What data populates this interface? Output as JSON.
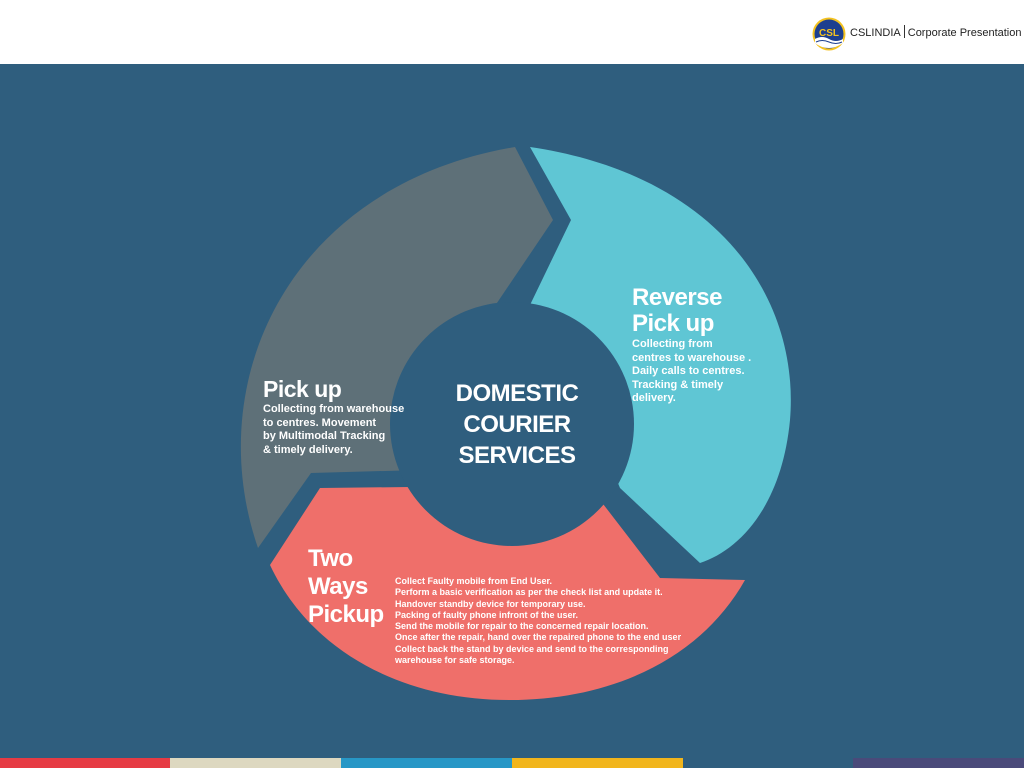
{
  "header": {
    "brand_name": "CSLINDIA",
    "brand_subtitle": "Corporate Presentation",
    "logo_text": "CSL"
  },
  "diagram": {
    "center_title": "DOMESTIC\nCOURIER\nSERVICES",
    "segments": [
      {
        "title": "Pick up",
        "description": "Collecting from warehouse\nto centres. Movement\nby Multimodal Tracking\n& timely delivery.",
        "color": "#5e7078"
      },
      {
        "title": "Reverse\nPick up",
        "description": "Collecting from\ncentres to warehouse .\nDaily calls to centres.\nTracking & timely\ndelivery.",
        "color": "#5fc6d4"
      },
      {
        "title": "Two Ways\nPickup",
        "description": "Collect Faulty mobile from End User.\nPerform a basic verification as per the check list and update it.\nHandover standby device for temporary use.\nPacking of faulty phone infront  of the user.\nSend the mobile for repair to the concerned repair location.\nOnce after the repair, hand over the repaired phone to the end user\nCollect back the stand by device and send to the corresponding\nwarehouse for safe storage.",
        "color": "#ef6f6a"
      }
    ],
    "center_color": "#2f5e7e",
    "background_color": "#2f5e7e"
  },
  "footer_colors": [
    "#e63b44",
    "#ddd8c0",
    "#2797c6",
    "#f1b51c",
    "#2f5e7e",
    "#4a4a7a"
  ]
}
